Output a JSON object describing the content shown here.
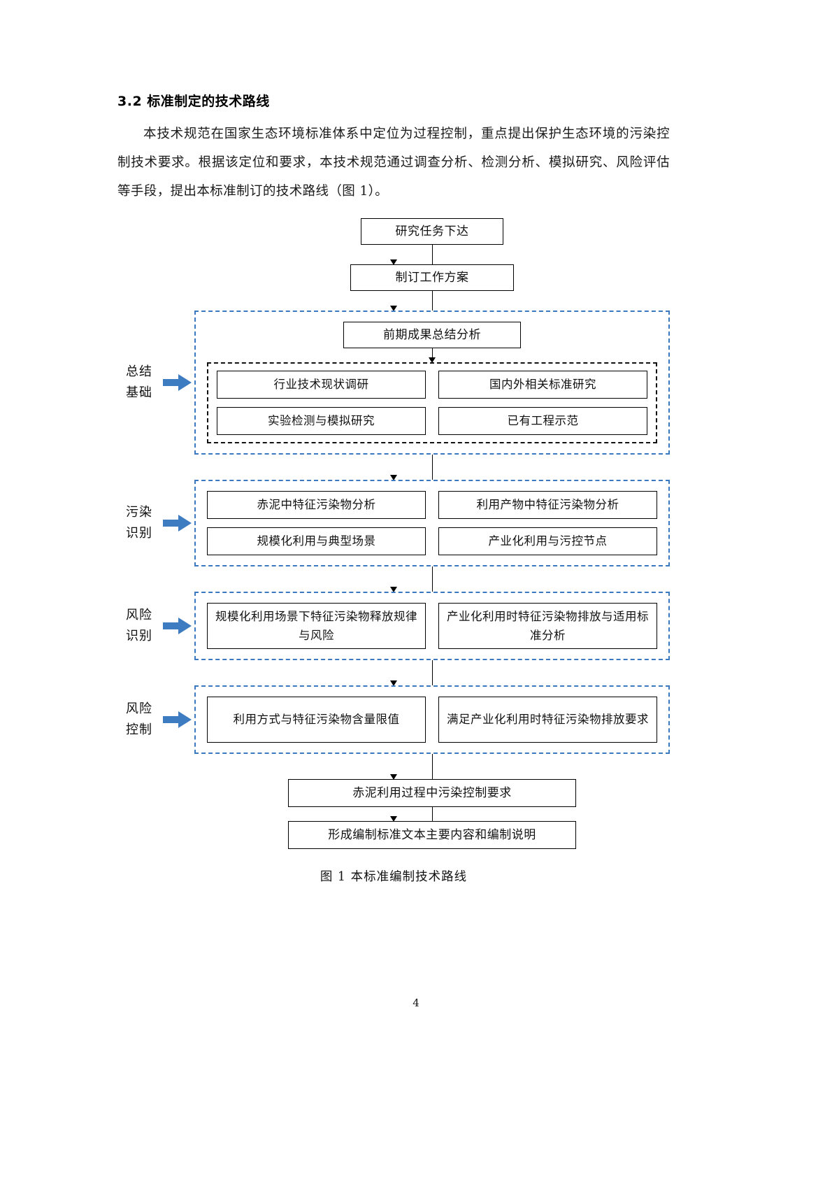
{
  "document": {
    "heading": "3.2 标准制定的技术路线",
    "paragraph": "本技术规范在国家生态环境标准体系中定位为过程控制，重点提出保护生态环境的污染控制技术要求。根据该定位和要求，本技术规范通过调查分析、检测分析、模拟研究、风险评估等手段，提出本标准制订的技术路线（图 1）。",
    "page_number": "4",
    "figure_caption": "图 1  本标准编制技术路线"
  },
  "flowchart": {
    "top_nodes": [
      {
        "label": "研究任务下达"
      },
      {
        "label": "制订工作方案"
      }
    ],
    "stages": [
      {
        "label_line1": "总结",
        "label_line2": "基础",
        "lead_node": "前期成果总结分析",
        "has_inner_dashed": true,
        "cells": [
          "行业技术现状调研",
          "国内外相关标准研究",
          "实验检测与模拟研究",
          "已有工程示范"
        ]
      },
      {
        "label_line1": "污染",
        "label_line2": "识别",
        "lead_node": "",
        "has_inner_dashed": false,
        "cells": [
          "赤泥中特征污染物分析",
          "利用产物中特征污染物分析",
          "规模化利用与典型场景",
          "产业化利用与污控节点"
        ]
      },
      {
        "label_line1": "风险",
        "label_line2": "识别",
        "lead_node": "",
        "has_inner_dashed": false,
        "cells": [
          "规模化利用场景下特征污染物释放规律与风险",
          "产业化利用时特征污染物排放与适用标准分析"
        ]
      },
      {
        "label_line1": "风险",
        "label_line2": "控制",
        "lead_node": "",
        "has_inner_dashed": false,
        "cells": [
          "利用方式与特征污染物含量限值",
          "满足产业化利用时特征污染物排放要求"
        ]
      }
    ],
    "bottom_nodes": [
      {
        "label": "赤泥利用过程中污染控制要求"
      },
      {
        "label": "形成编制标准文本主要内容和编制说明"
      }
    ],
    "colors": {
      "stage_dashed_border": "#3a79bf",
      "inner_dashed_border": "#111111",
      "arrow_fill": "#3d7cc0",
      "node_border": "#000000"
    }
  }
}
